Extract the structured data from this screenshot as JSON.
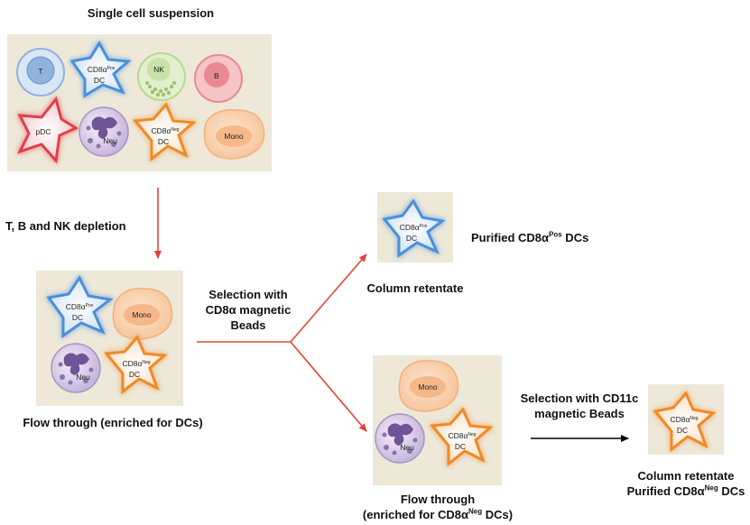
{
  "labels": {
    "single_cell": "Single cell suspension",
    "depletion": "T, B and NK depletion",
    "flow_through_1": "Flow through (enriched for DCs)",
    "selection_cd8_line1": "Selection with",
    "selection_cd8_line2": "CD8α magnetic",
    "selection_cd8_line3": "Beads",
    "column_retentate_1": "Column retentate",
    "purified_pos_prefix": "Purified CD8α",
    "purified_pos_sup": "Pos",
    "purified_pos_suffix": " DCs",
    "selection_cd11c_line1": "Selection with CD11c",
    "selection_cd11c_line2": "magnetic Beads",
    "column_retentate_2": "Column retentate",
    "purified_neg_prefix": "Purified CD8α",
    "purified_neg_sup": "Neg",
    "purified_neg_suffix": " DCs",
    "flow_through_2_line1": "Flow through",
    "flow_through_2_prefix": "(enriched for CD8α",
    "flow_through_2_sup": "Neg",
    "flow_through_2_suffix": " DCs)"
  },
  "cells": {
    "t": "T",
    "cd8pos": "CD8α",
    "cd8pos_sup": "Pos",
    "dc": "DC",
    "nk": "NK",
    "b": "B",
    "pdc": "pDC",
    "neu": "Neu",
    "cd8neg": "CD8α",
    "cd8neg_sup": "Neg",
    "mono": "Mono"
  },
  "colors": {
    "background_box": "#ede8d8",
    "arrow_red": "#e0443a",
    "arrow_black": "#000000",
    "dc_pos_blue": "#4a90d9",
    "dc_neg_orange": "#f08a24",
    "pdc_red": "#e0404a",
    "t_cell_blue": "#8fb3dd",
    "nk_green": "#b8d98a",
    "b_cell_pink": "#e88a90",
    "mono_peach": "#f6c49a",
    "neu_purple": "#b9a6d0"
  }
}
